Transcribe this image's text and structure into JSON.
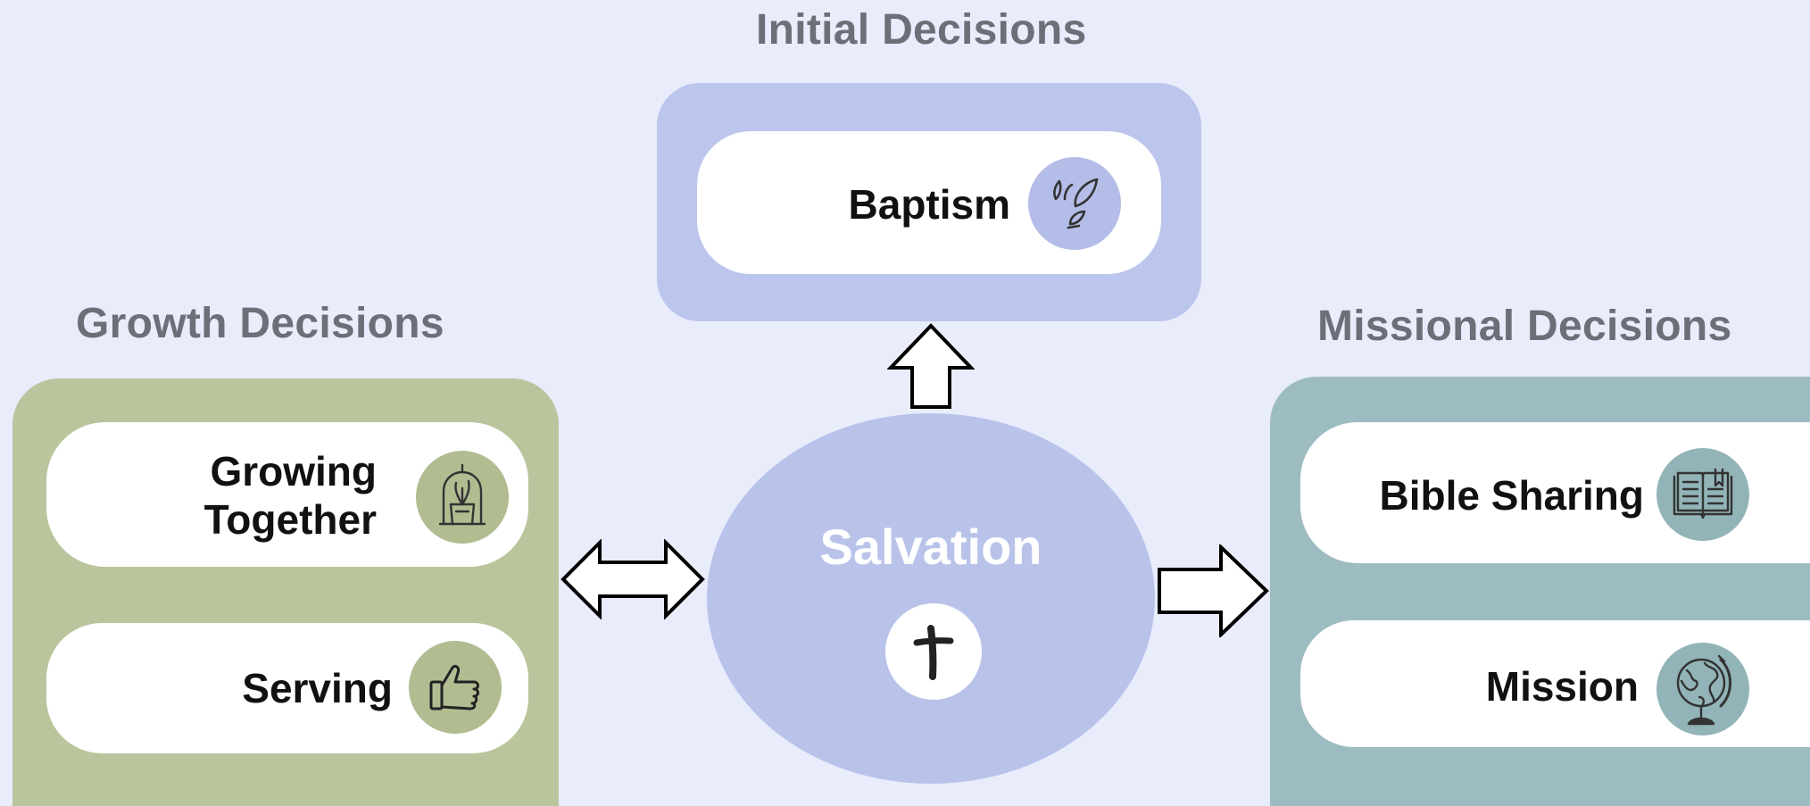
{
  "sections": {
    "initial": {
      "title": "Initial Decisions",
      "items": [
        {
          "label": "Baptism",
          "icon": "water-drops-icon"
        }
      ]
    },
    "growth": {
      "title": "Growth Decisions",
      "items": [
        {
          "label": "Growing Together",
          "icon": "potted-plant-icon"
        },
        {
          "label": "Serving",
          "icon": "thumbs-up-icon"
        }
      ]
    },
    "missional": {
      "title": "Missional Decisions",
      "items": [
        {
          "label": "Bible Sharing",
          "icon": "open-book-icon"
        },
        {
          "label": "Mission",
          "icon": "globe-icon"
        }
      ]
    }
  },
  "center": {
    "label": "Salvation",
    "icon": "cross-icon"
  },
  "colors": {
    "background": "#e9ecfb",
    "initial_panel": "#bcc5ec",
    "growth_panel": "#b9c59c",
    "missional_panel": "#9dbcc1",
    "center": "#b9c3ea",
    "title_text": "#6d6f78"
  }
}
